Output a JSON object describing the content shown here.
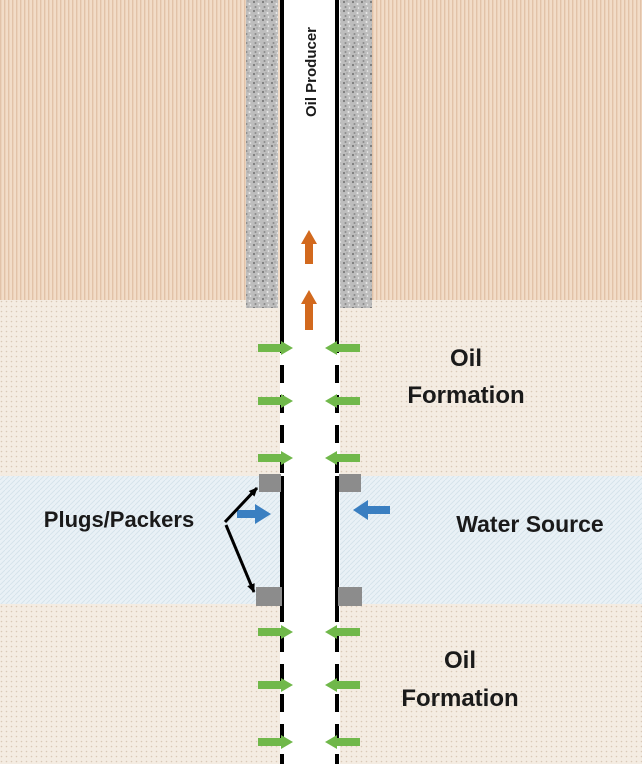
{
  "labels": {
    "well": "Oil Producer",
    "formation_upper_line1": "Oil",
    "formation_upper_line2": "Formation",
    "water": "Water Source",
    "packers": "Plugs/Packers",
    "formation_lower_line1": "Oil",
    "formation_lower_line2": "Formation"
  },
  "colors": {
    "overburden": "#f2dcc8",
    "overburden_stripe": "#e2c2a8",
    "oil_formation": "#f4ece2",
    "oil_formation_dot": "#d9c9b6",
    "water_zone": "#e9f1f6",
    "water_stripe": "#d3e2ea",
    "cement": "#b9b9b9",
    "casing": "#000000",
    "oil_arrow": "#d2691e",
    "inflow_arrow": "#70b84a",
    "water_arrow": "#3a7fc1",
    "packer": "#8c8c8c"
  },
  "icons": {
    "production": "up-arrow-icon",
    "oil_inflow": "right-arrow-icon",
    "water_inflow": "right-arrow-icon",
    "packer_pointer": "pointer-arrow-icon"
  }
}
